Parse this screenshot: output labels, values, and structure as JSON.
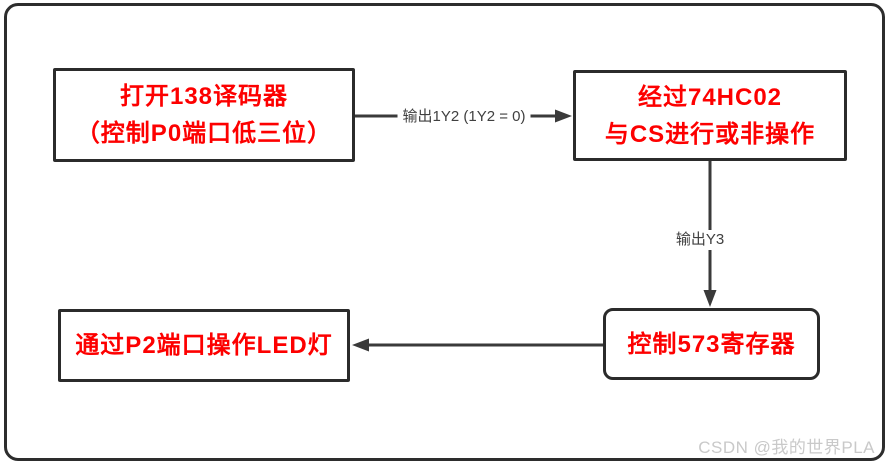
{
  "colors": {
    "node_border": "#2b2b2b",
    "node_text": "#fd0000",
    "arrow": "#3a3a3a",
    "edge_label_text": "#404040",
    "watermark_text": "#c9c9c9",
    "background": "#ffffff"
  },
  "nodes": {
    "open_decoder": {
      "line1": "打开138译码器",
      "line2": "（控制P0端口低三位）"
    },
    "nor_gate": {
      "line1": "经过74HC02",
      "line2": "与CS进行或非操作"
    },
    "register573": {
      "label": "控制573寄存器"
    },
    "led": {
      "label": "通过P2端口操作LED灯"
    }
  },
  "edges": {
    "output_1y2": {
      "label": "输出1Y2 (1Y2 = 0)"
    },
    "output_y3": {
      "label": "输出Y3"
    }
  },
  "watermark": "CSDN @我的世界PLA"
}
